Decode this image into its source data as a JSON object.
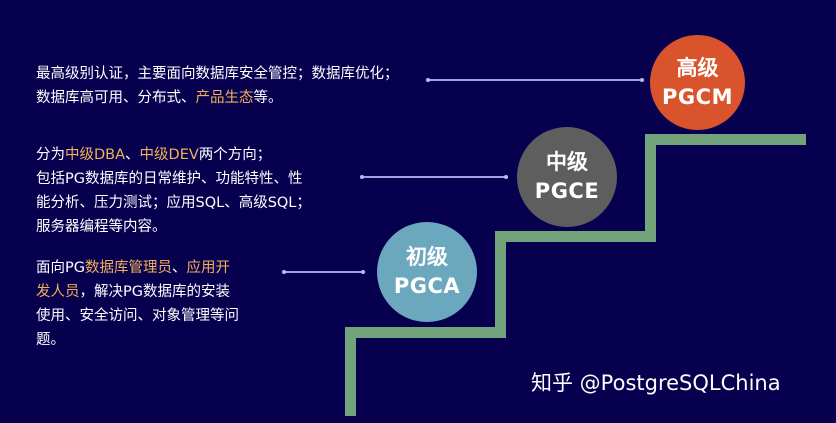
{
  "levels": [
    {
      "id": "pgcm",
      "level_label": "高级",
      "code": "PGCM",
      "color": "#d9542c",
      "description_lines": [
        [
          {
            "text": "最高级别认证，主要面向数据库安全管控；数据库优化；",
            "highlight": false
          }
        ],
        [
          {
            "text": "数据库高可用、分布式、",
            "highlight": false
          },
          {
            "text": "产品生态",
            "highlight": true
          },
          {
            "text": "等。",
            "highlight": false
          }
        ]
      ]
    },
    {
      "id": "pgce",
      "level_label": "中级",
      "code": "PGCE",
      "color": "#5e5e5e",
      "description_lines": [
        [
          {
            "text": "分为",
            "highlight": false
          },
          {
            "text": "中级DBA",
            "highlight": true
          },
          {
            "text": "、",
            "highlight": false
          },
          {
            "text": "中级DEV",
            "highlight": true
          },
          {
            "text": "两个方向；",
            "highlight": false
          }
        ],
        [
          {
            "text": "包括PG数据库的日常维护、功能特性、性",
            "highlight": false
          }
        ],
        [
          {
            "text": "能分析、压力测试；应用SQL、高级SQL；",
            "highlight": false
          }
        ],
        [
          {
            "text": "服务器编程等内容。",
            "highlight": false
          }
        ]
      ]
    },
    {
      "id": "pgca",
      "level_label": "初级",
      "code": "PGCA",
      "color": "#6ba7bd",
      "description_lines": [
        [
          {
            "text": "面向PG",
            "highlight": false
          },
          {
            "text": "数据库管理员",
            "highlight": true
          },
          {
            "text": "、",
            "highlight": false
          },
          {
            "text": "应用开",
            "highlight": true
          }
        ],
        [
          {
            "text": "发人员",
            "highlight": true
          },
          {
            "text": "，解决PG数据库的安装",
            "highlight": false
          }
        ],
        [
          {
            "text": "使用、安全访问、对象管理等问",
            "highlight": false
          }
        ],
        [
          {
            "text": "题。",
            "highlight": false
          }
        ]
      ]
    }
  ],
  "colors": {
    "background": "#07004f",
    "highlight_text": "#f2b15b",
    "staircase": "#72a37a",
    "connector": "#9fa3e0"
  },
  "watermark": "知乎 @PostgreSQLChina"
}
